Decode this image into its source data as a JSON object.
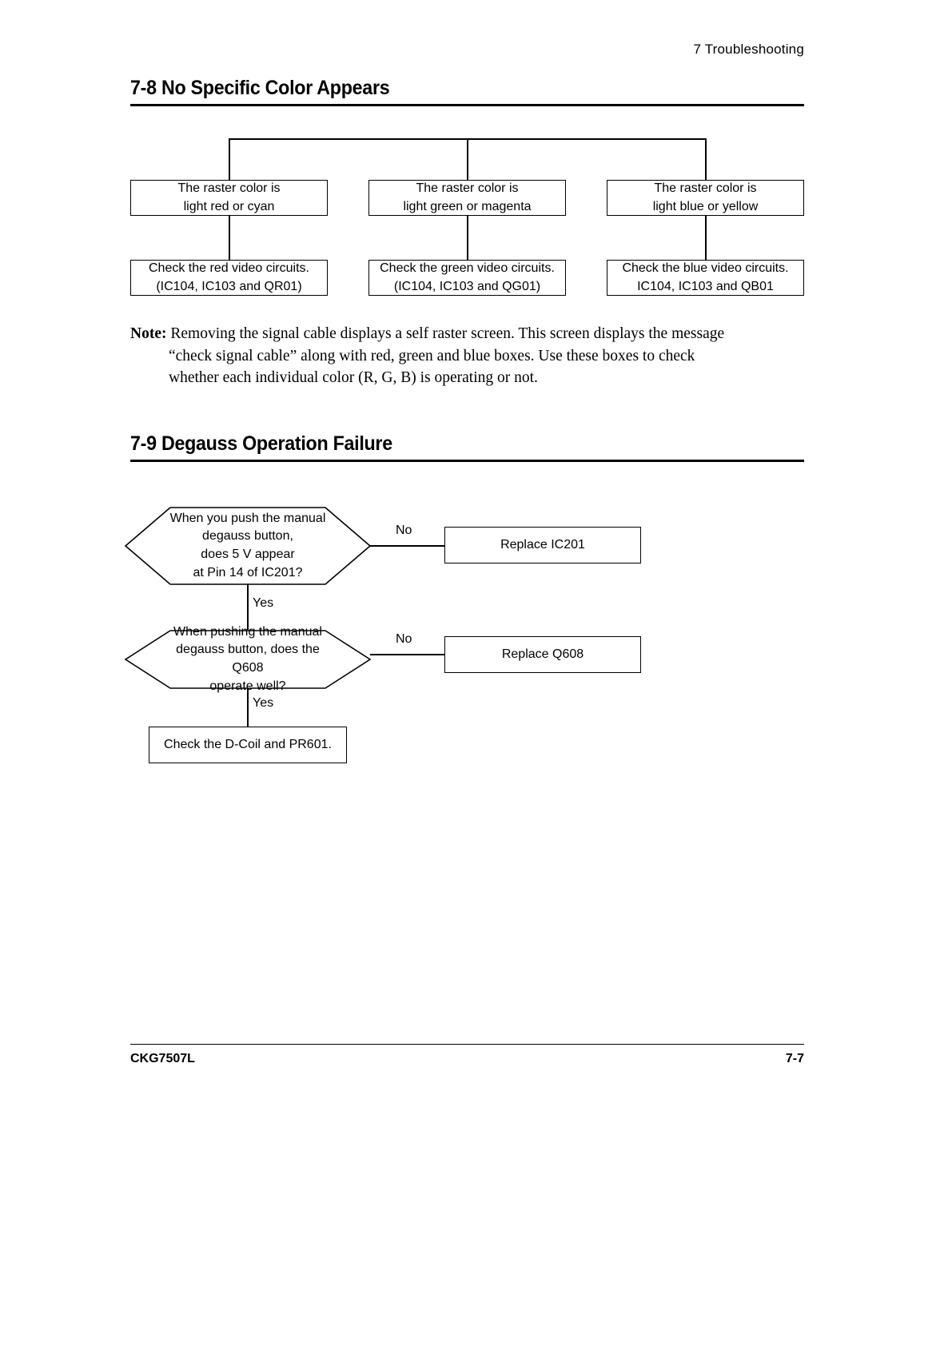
{
  "header": {
    "running_head": "7 Troubleshooting"
  },
  "sections": {
    "s78": {
      "title": "7-8 No Specific Color Appears",
      "symptoms": [
        {
          "line1": "The raster color is",
          "line2": "light red or cyan"
        },
        {
          "line1": "The raster color is",
          "line2": "light green or magenta"
        },
        {
          "line1": "The raster color is",
          "line2": "light blue or yellow"
        }
      ],
      "actions": [
        {
          "line1": "Check the red video circuits.",
          "line2": "(IC104, IC103 and QR01)"
        },
        {
          "line1": "Check the green video circuits.",
          "line2": "(IC104, IC103 and QG01)"
        },
        {
          "line1": "Check the blue video circuits.",
          "line2": "IC104, IC103 and QB01"
        }
      ],
      "note": {
        "label": "Note:",
        "line1": "Removing the signal cable displays a self raster screen. This screen displays the message",
        "line2": "“check signal cable” along with red, green and blue boxes. Use these boxes to check",
        "line3": "whether each individual color (R, G, B) is operating or not."
      }
    },
    "s79": {
      "title": "7-9 Degauss Operation Failure",
      "decision1": {
        "line1": "When you push the manual",
        "line2": "degauss button,",
        "line3": "does 5 V appear",
        "line4": "at Pin 14 of IC201?",
        "no_label": "No",
        "yes_label": "Yes"
      },
      "result1": "Replace IC201",
      "decision2": {
        "line1": "When pushing the manual",
        "line2": "degauss button, does the Q608",
        "line3": "operate well?",
        "no_label": "No",
        "yes_label": "Yes"
      },
      "result2": "Replace Q608",
      "final": "Check the D-Coil and PR601."
    }
  },
  "footer": {
    "model": "CKG7507L",
    "page": "7-7"
  },
  "colors": {
    "ink": "#000000",
    "paper": "#ffffff"
  }
}
